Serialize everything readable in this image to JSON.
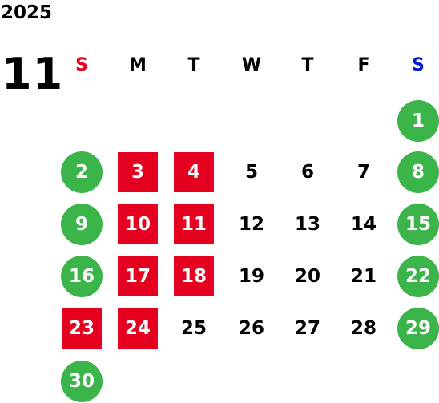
{
  "calendar": {
    "year": "2025",
    "month": "11",
    "weekdays": [
      {
        "label": "S",
        "color": "#e60020"
      },
      {
        "label": "M",
        "color": "#000000"
      },
      {
        "label": "T",
        "color": "#000000"
      },
      {
        "label": "W",
        "color": "#000000"
      },
      {
        "label": "T",
        "color": "#000000"
      },
      {
        "label": "F",
        "color": "#000000"
      },
      {
        "label": "S",
        "color": "#0020d0"
      }
    ],
    "first_weekday_index": 6,
    "days_in_month": 30,
    "highlighted_red_days": [
      3,
      4,
      10,
      11,
      17,
      18,
      23,
      24
    ],
    "highlighted_green_days": [
      1,
      2,
      8,
      9,
      15,
      16,
      22,
      29,
      30
    ],
    "colors": {
      "red": "#e60020",
      "green": "#3bb54a",
      "sunday": "#e60020",
      "saturday": "#0020d0"
    }
  }
}
